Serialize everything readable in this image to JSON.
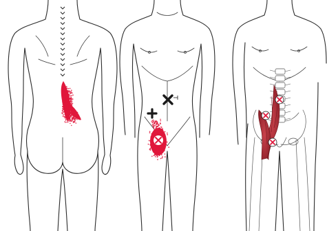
{
  "colors": {
    "referral_pain": "#e0183c",
    "muscle": "#b8323c",
    "muscle_dark": "#7a1c22",
    "trigger_mark_fill": "#ffffff",
    "cross_mark": "#1a1a1a",
    "outline": "#2a2a2a",
    "background": "#ffffff"
  },
  "figures": [
    {
      "view": "posterior",
      "referral_zone": "lumbar-sacroiliac"
    },
    {
      "view": "anterior",
      "referral_zone": "anterior-thigh",
      "markers": [
        "cross-mark",
        "cross-mark",
        "trigger-point-x"
      ]
    },
    {
      "view": "anterior-anatomical",
      "muscle": "iliopsoas",
      "markers": [
        "trigger-point-x",
        "trigger-point-x",
        "trigger-point-x"
      ]
    }
  ],
  "icons": [
    "cross-mark-icon",
    "trigger-point-icon"
  ]
}
